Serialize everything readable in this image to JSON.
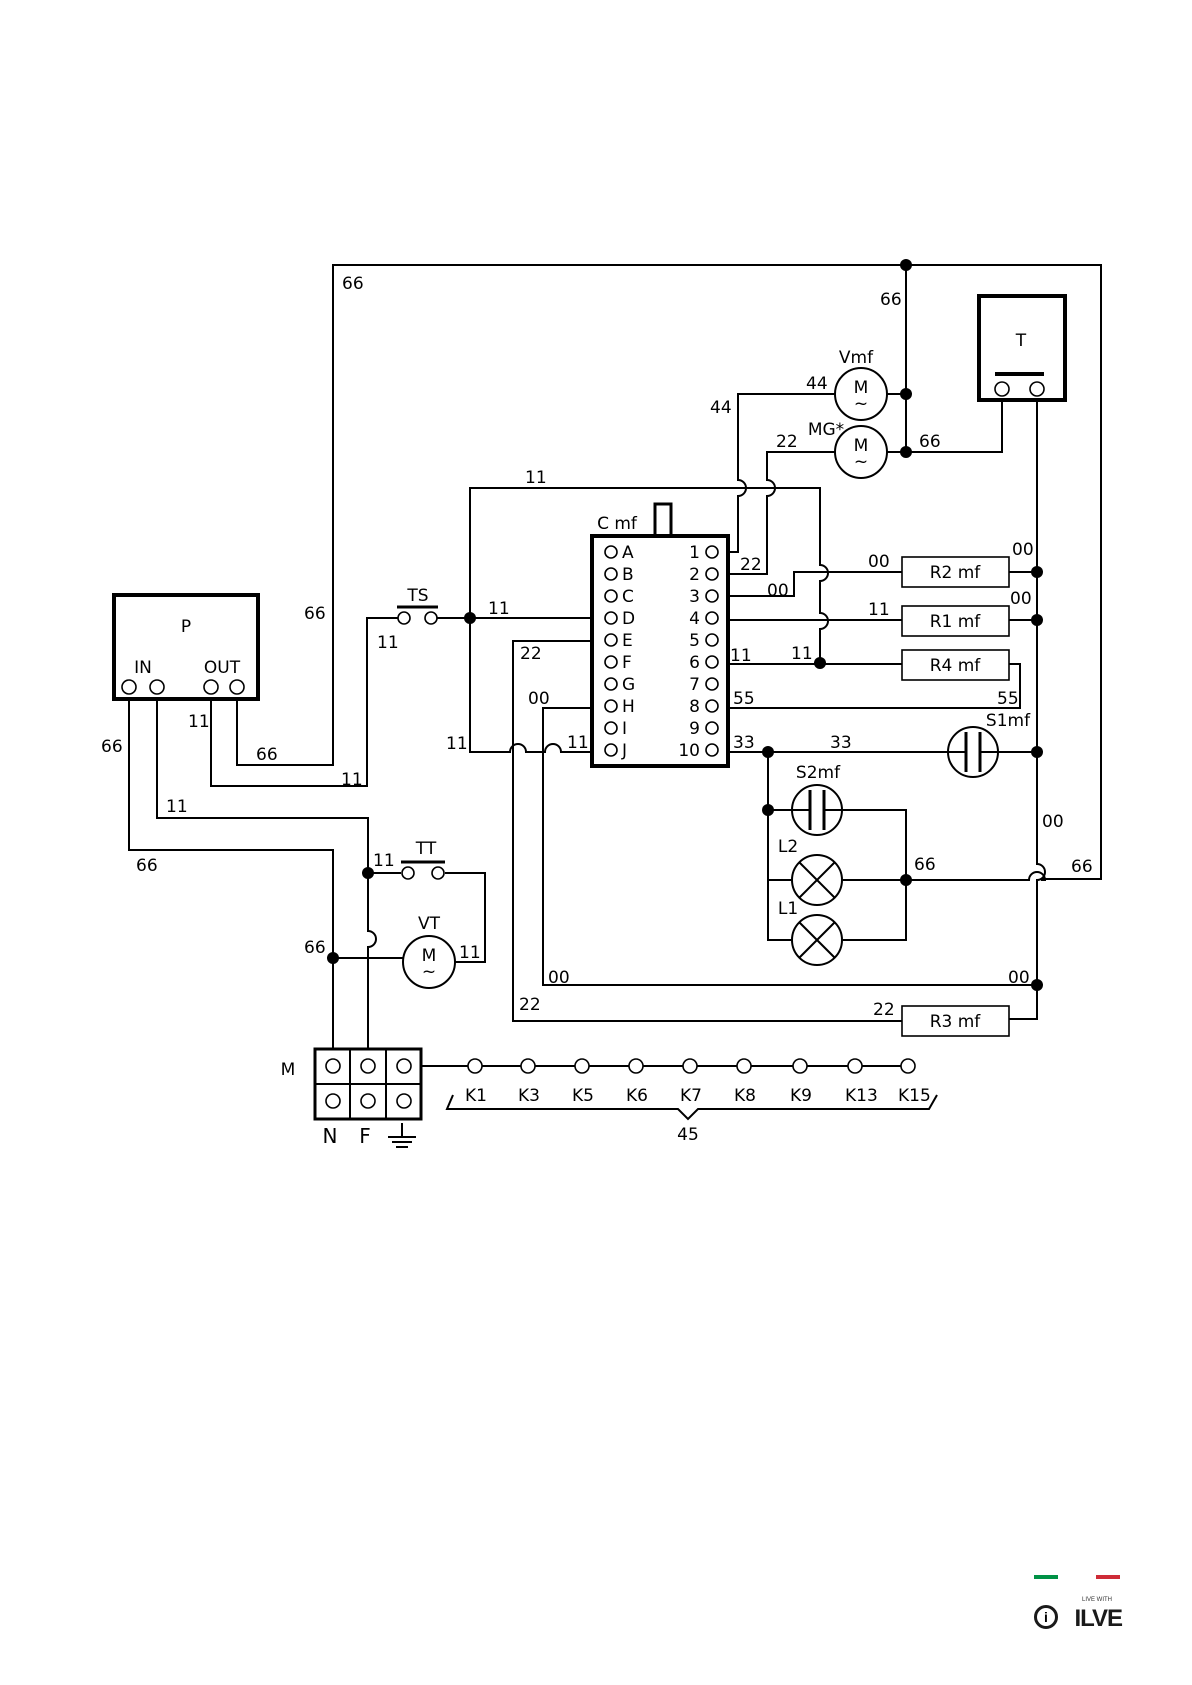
{
  "components": {
    "P": {
      "title": "P",
      "in": "IN",
      "out": "OUT"
    },
    "T": {
      "title": "T"
    },
    "C": {
      "title": "C mf",
      "left_pins": [
        "A",
        "B",
        "C",
        "D",
        "E",
        "F",
        "G",
        "H",
        "I",
        "J"
      ],
      "right_pins": [
        "1",
        "2",
        "3",
        "4",
        "5",
        "6",
        "7",
        "8",
        "9",
        "10"
      ]
    },
    "TS": "TS",
    "TT": "TT",
    "VT": "VT",
    "Vmf": "Vmf",
    "MG": "MG*",
    "S1": "S1mf",
    "S2": "S2mf",
    "L1": "L1",
    "L2": "L2",
    "R1": "R1 mf",
    "R2": "R2 mf",
    "R3": "R3 mf",
    "R4": "R4 mf",
    "motor_glyph": "M",
    "motor_sub": "~",
    "M": {
      "title": "M",
      "n": "N",
      "f": "F"
    },
    "connectors": [
      "K1",
      "K3",
      "K5",
      "K6",
      "K7",
      "K8",
      "K9",
      "K13",
      "K15"
    ],
    "connector_group": "45"
  },
  "wire_labels": {
    "w66": "66",
    "w44": "44",
    "w22": "22",
    "w11": "11",
    "w00": "00",
    "w55": "55",
    "w33": "33"
  },
  "logo": {
    "small": "LIVE WITH",
    "brand": "ILVE",
    "badge": "i"
  }
}
